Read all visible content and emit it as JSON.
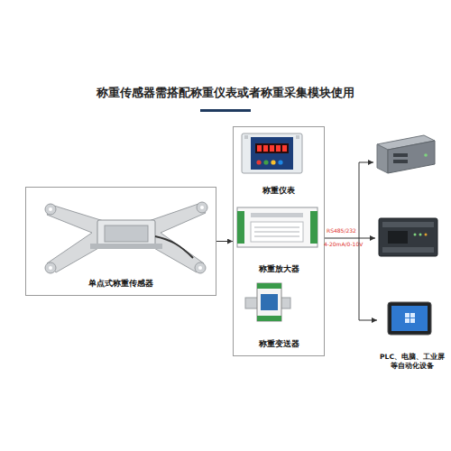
{
  "diagram": {
    "title": "称重传感器需搭配称重仪表或者称重采集模块使用",
    "nodes": [
      {
        "text": [
          "单点式称重传感器"
        ]
      },
      {
        "text": []
      },
      {
        "text": [
          "称重仪表"
        ],
        "in": 1
      },
      {
        "text": [
          "称重放大器"
        ],
        "in": 1
      },
      {
        "text": [
          "称重变送器"
        ],
        "in": 1
      },
      {
        "text": [
          "PLC、电脑、工业屏等自动化设备"
        ]
      }
    ],
    "edges": [
      {
        "from": 0,
        "to": 1,
        "arrow": "to"
      },
      {
        "from": 1,
        "to": 5,
        "arrow": "to"
      }
    ],
    "labels": [
      "RS485/232",
      "4-20mA/0-10V"
    ]
  }
}
